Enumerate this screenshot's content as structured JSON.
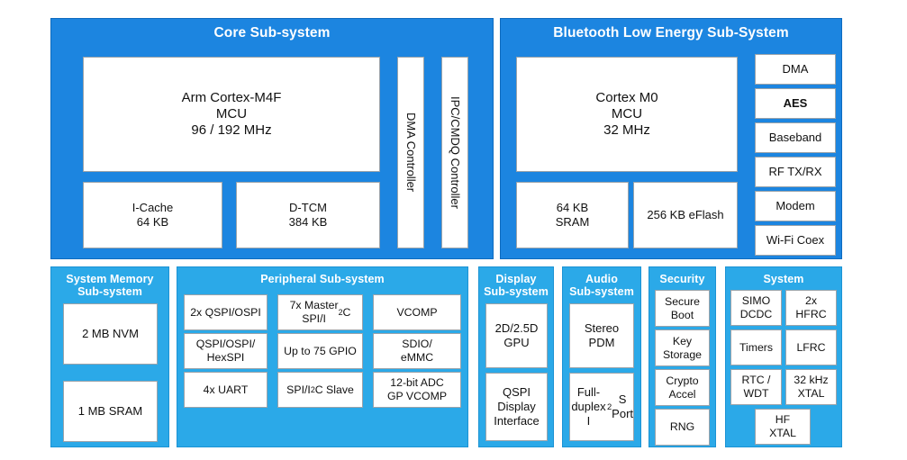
{
  "diagram": {
    "title": "Apollo-class SoC block diagram",
    "colors": {
      "panel_dark_blue": "#1C85E0",
      "panel_light_blue": "#2BA9E8",
      "block_white": "#FFFFFF",
      "block_border": "#9AA3AA",
      "title_text": "#FFFFFF",
      "block_text": "#111111"
    }
  },
  "core_subsystem": {
    "title": "Core Sub-system",
    "cpu": {
      "line1": "Arm Cortex-M4F",
      "line2": "MCU",
      "line3": "96 / 192 MHz",
      "text": "Arm Cortex-M4F\nMCU\n96 / 192 MHz"
    },
    "memories": [
      {
        "name": "i-cache",
        "text": "I-Cache\n64 KB"
      },
      {
        "name": "d-tcm",
        "text": "D-TCM\n384 KB"
      }
    ],
    "controllers": [
      {
        "name": "dma-controller",
        "text": "DMA Controller"
      },
      {
        "name": "ipc-cmdq-controller",
        "text": "IPC/CMDQ Controller"
      }
    ]
  },
  "ble_subsystem": {
    "title": "Bluetooth Low Energy Sub-System",
    "cpu": {
      "line1": "Cortex M0",
      "line2": "MCU",
      "line3": "32 MHz",
      "text": "Cortex M0\nMCU\n32 MHz"
    },
    "memories": [
      {
        "name": "ble-sram",
        "text": "64 KB\nSRAM"
      },
      {
        "name": "ble-eflash",
        "text": "256 KB eFlash"
      }
    ],
    "blocks": [
      {
        "name": "dma",
        "text": "DMA",
        "bold": false
      },
      {
        "name": "aes",
        "text": "AES",
        "bold": true
      },
      {
        "name": "baseband",
        "text": "Baseband",
        "bold": false
      },
      {
        "name": "rf-tx-rx",
        "text": "RF TX/RX",
        "bold": false
      },
      {
        "name": "modem",
        "text": "Modem",
        "bold": false
      },
      {
        "name": "wifi-coex",
        "text": "Wi-Fi Coex",
        "bold": false
      }
    ]
  },
  "system_memory_subsystem": {
    "title": "System Memory\nSub-system",
    "blocks": [
      {
        "name": "nvm",
        "text": "2 MB NVM"
      },
      {
        "name": "sram",
        "text": "1 MB SRAM"
      }
    ]
  },
  "peripheral_subsystem": {
    "title": "Peripheral Sub-system",
    "blocks": [
      {
        "name": "qspi-ospi",
        "text": "2x QSPI/OSPI",
        "html": "2x QSPI/OSPI"
      },
      {
        "name": "master-spi-i2c",
        "text": "7x Master SPI/I2C",
        "html": "7x Master<br>SPI/I<sup>2</sup>C"
      },
      {
        "name": "vcomp",
        "text": "VCOMP",
        "html": "VCOMP"
      },
      {
        "name": "qspi-ospi-hexspi",
        "text": "QSPI/OSPI/ HexSPI",
        "html": "QSPI/OSPI/<br>HexSPI"
      },
      {
        "name": "gpio",
        "text": "Up to 75 GPIO",
        "html": "Up to 75 GPIO"
      },
      {
        "name": "sdio-emmc",
        "text": "SDIO/ eMMC",
        "html": "SDIO/<br>eMMC"
      },
      {
        "name": "uart",
        "text": "4x UART",
        "html": "4x UART"
      },
      {
        "name": "spi-i2c-slave",
        "text": "SPI/I2C Slave",
        "html": "SPI/I<sup>2</sup>C Slave"
      },
      {
        "name": "adc-gp-vcomp",
        "text": "12-bit ADC GP VCOMP",
        "html": "12-bit ADC<br>GP VCOMP"
      }
    ]
  },
  "display_subsystem": {
    "title": "Display\nSub-system",
    "blocks": [
      {
        "name": "gpu",
        "text": "2D/2.5D\nGPU"
      },
      {
        "name": "qspi-display-interface",
        "text": "QSPI\nDisplay\nInterface"
      }
    ]
  },
  "audio_subsystem": {
    "title": "Audio\nSub-system",
    "blocks": [
      {
        "name": "stereo-pdm",
        "text": "Stereo\nPDM",
        "html": "Stereo<br>PDM"
      },
      {
        "name": "full-duplex-i2s-port",
        "text": "Full-duplex I2S Port",
        "html": "Full-duplex<br>I<sup>2</sup>S Port"
      }
    ]
  },
  "security_subsystem": {
    "title": "Security",
    "blocks": [
      {
        "name": "secure-boot",
        "text": "Secure\nBoot"
      },
      {
        "name": "key-storage",
        "text": "Key\nStorage"
      },
      {
        "name": "crypto-accel",
        "text": "Crypto\nAccel"
      },
      {
        "name": "rng",
        "text": "RNG"
      }
    ]
  },
  "system_subsystem": {
    "title": "System",
    "blocks": [
      {
        "name": "simo-dcdc",
        "text": "SIMO\nDCDC"
      },
      {
        "name": "hfrc",
        "text": "2x\nHFRC"
      },
      {
        "name": "timers",
        "text": "Timers"
      },
      {
        "name": "lfrc",
        "text": "LFRC"
      },
      {
        "name": "rtc-wdt",
        "text": "RTC /\nWDT"
      },
      {
        "name": "xtal-32khz",
        "text": "32 kHz\nXTAL"
      },
      {
        "name": "hf-xtal",
        "text": "HF\nXTAL"
      }
    ]
  }
}
